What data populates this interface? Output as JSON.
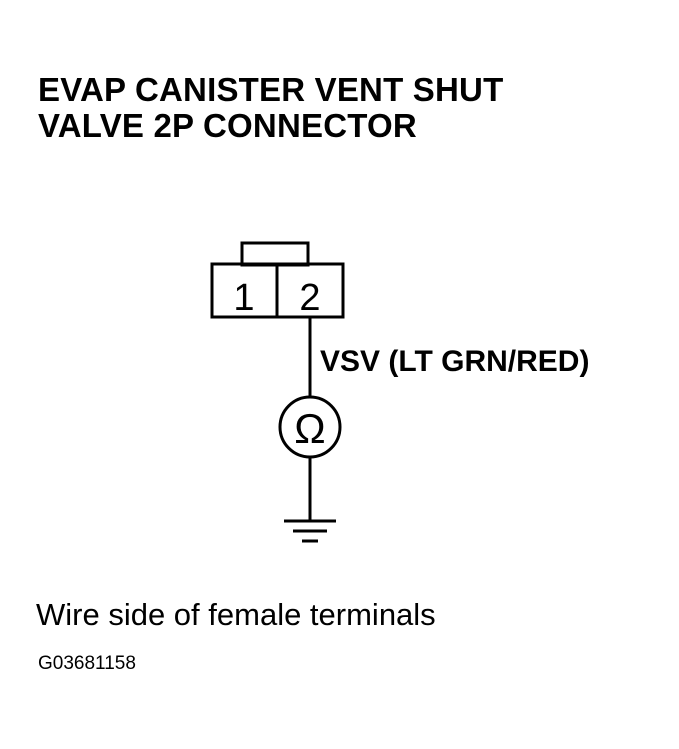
{
  "title": {
    "line1": "EVAP CANISTER VENT SHUT",
    "line2": "VALVE 2P CONNECTOR"
  },
  "connector": {
    "terminals": [
      "1",
      "2"
    ]
  },
  "wire": {
    "label": "VSV (LT GRN/RED)"
  },
  "meter": {
    "symbol": "Ω"
  },
  "caption": "Wire side of female terminals",
  "figure_id": "G03681158",
  "colors": {
    "ink": "#000000",
    "background": "#ffffff"
  }
}
